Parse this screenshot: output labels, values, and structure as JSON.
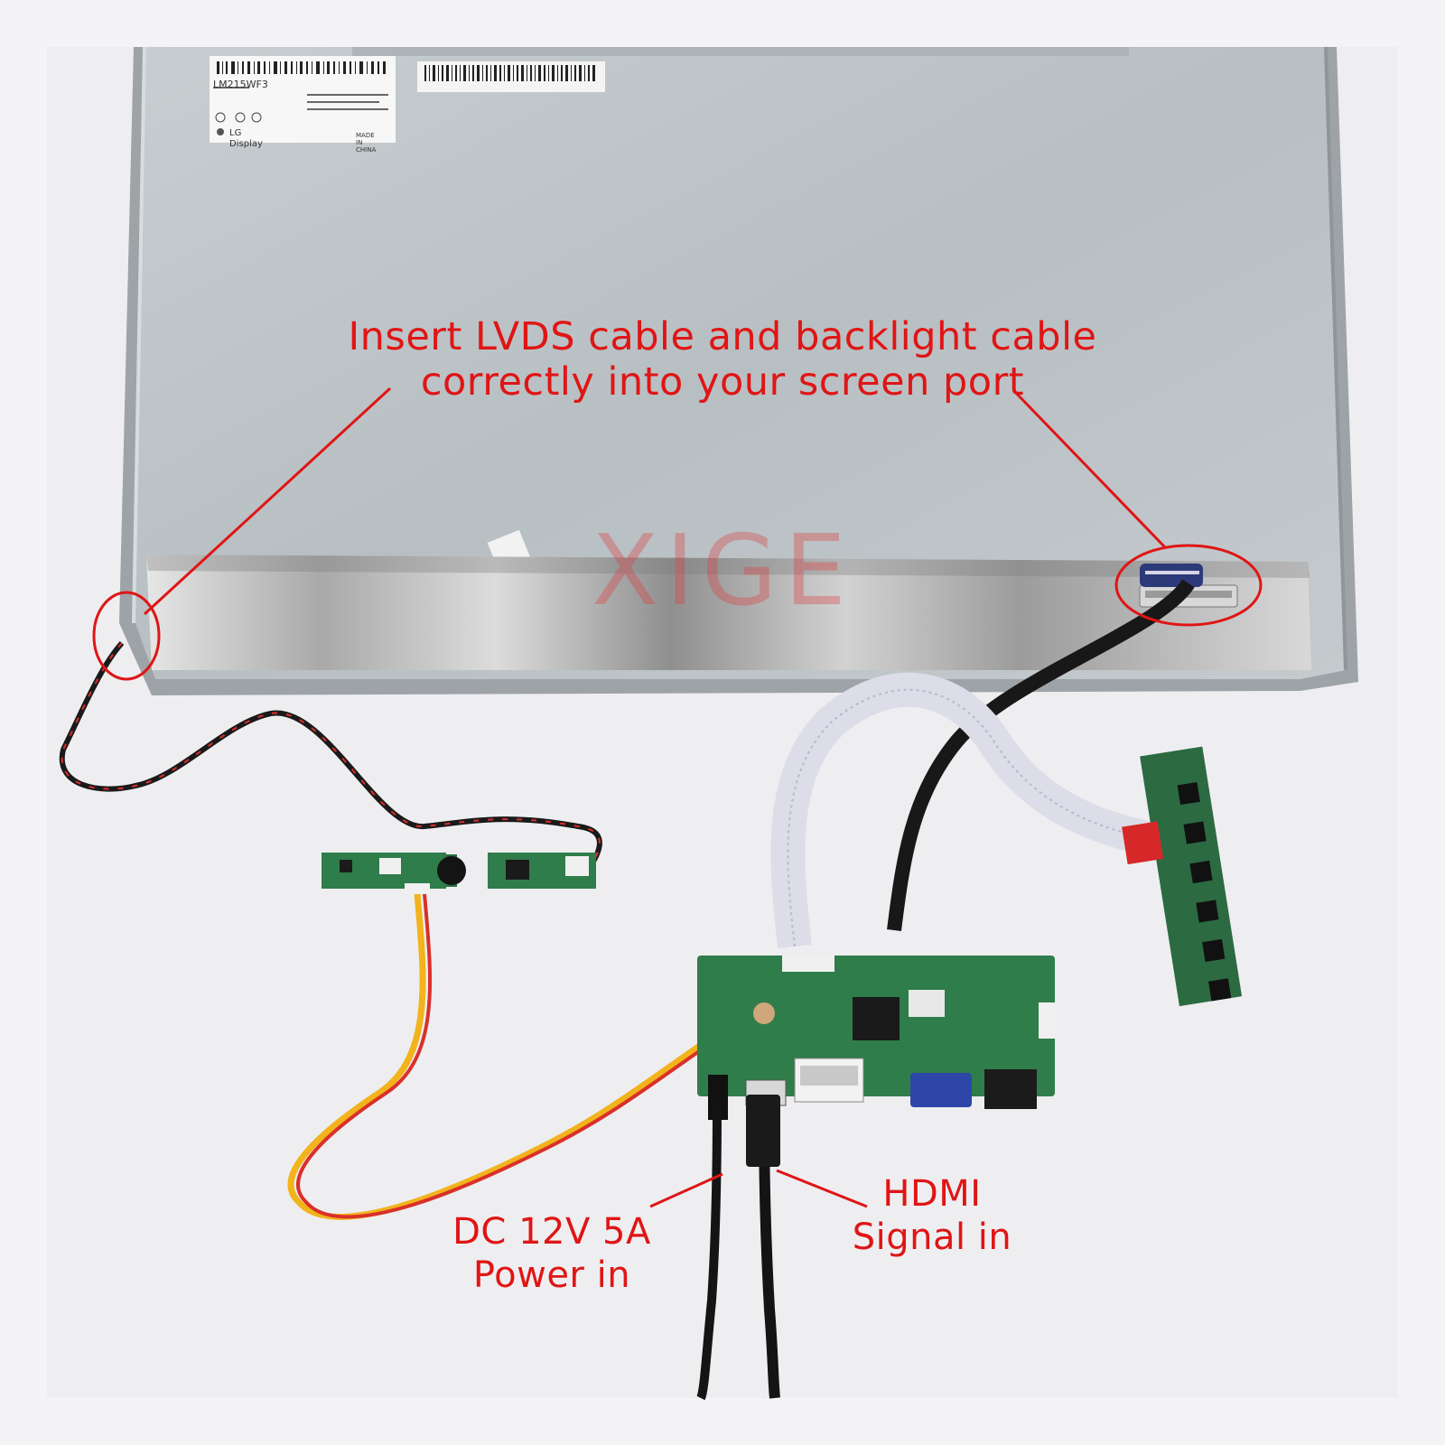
{
  "annotations": {
    "main_line1": "Insert LVDS cable and backlight cable",
    "main_line2": "correctly into your screen port",
    "power_line1": "DC 12V 5A",
    "power_line2": "Power in",
    "hdmi_line1": "HDMI",
    "hdmi_line2": "Signal in"
  },
  "watermark": "XIGE",
  "panel_label": {
    "model": "LM215WF3",
    "brand": "LG Display",
    "origin": "MADE IN CHINA"
  },
  "colors": {
    "annotation_red": "#e01515",
    "panel_gray": "#b9c0c3",
    "pcb_green": "#2f7d4a",
    "cable_black": "#1a1a1a",
    "ribbon": "#dcdde8",
    "wire_yellow": "#f2b31c",
    "wire_red": "#d9302a"
  }
}
